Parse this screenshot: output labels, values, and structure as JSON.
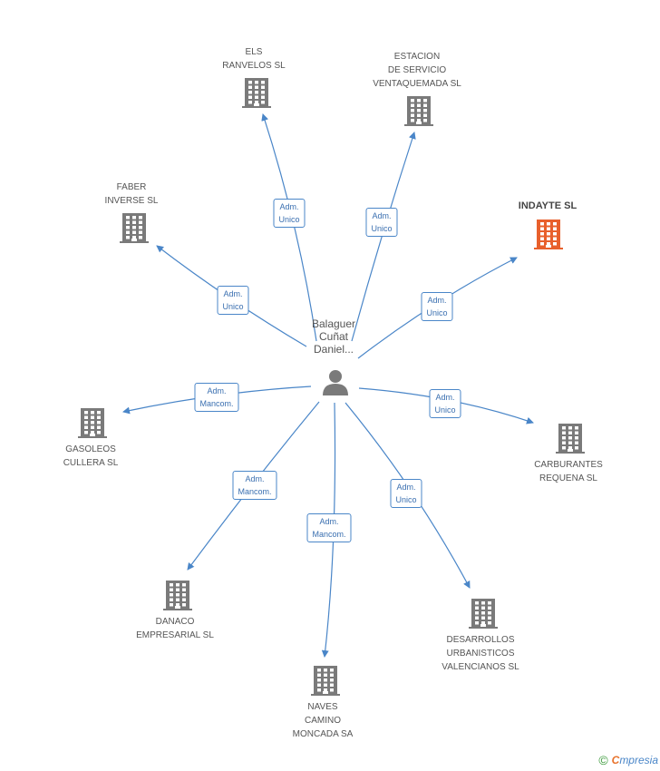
{
  "colors": {
    "edge": "#4a86c8",
    "company": "#7a7a7a",
    "highlight": "#e8602c",
    "person": "#7a7a7a"
  },
  "person": {
    "name_lines": [
      "Balaguer",
      "Cuñat",
      "Daniel..."
    ],
    "icon": "person-icon"
  },
  "companies": [
    {
      "id": "els-ranvelos",
      "lines": [
        "ELS",
        "RANVELOS SL"
      ],
      "role": [
        "Adm.",
        "Unico"
      ],
      "highlight": false
    },
    {
      "id": "estacion",
      "lines": [
        "ESTACION",
        "DE SERVICIO",
        "VENTAQUEMADA SL"
      ],
      "role": [
        "Adm.",
        "Unico"
      ],
      "highlight": false
    },
    {
      "id": "faber",
      "lines": [
        "FABER",
        "INVERSE SL"
      ],
      "role": [
        "Adm.",
        "Unico"
      ],
      "highlight": false
    },
    {
      "id": "indayte",
      "lines": [
        "INDAYTE SL"
      ],
      "role": [
        "Adm.",
        "Unico"
      ],
      "highlight": true
    },
    {
      "id": "gasoleos",
      "lines": [
        "GASOLEOS",
        "CULLERA  SL"
      ],
      "role": [
        "Adm.",
        "Mancom."
      ],
      "highlight": false
    },
    {
      "id": "carburantes",
      "lines": [
        "CARBURANTES",
        "REQUENA SL"
      ],
      "role": [
        "Adm.",
        "Unico"
      ],
      "highlight": false
    },
    {
      "id": "danaco",
      "lines": [
        "DANACO",
        "EMPRESARIAL SL"
      ],
      "role": [
        "Adm.",
        "Mancom."
      ],
      "highlight": false
    },
    {
      "id": "desarrollos",
      "lines": [
        "DESARROLLOS",
        "URBANISTICOS",
        "VALENCIANOS SL"
      ],
      "role": [
        "Adm.",
        "Unico"
      ],
      "highlight": false
    },
    {
      "id": "naves",
      "lines": [
        "NAVES",
        "CAMINO",
        "MONCADA SA"
      ],
      "role": [
        "Adm.",
        "Mancom."
      ],
      "highlight": false
    }
  ],
  "footer": {
    "copyright_symbol": "©",
    "brand_first": "C",
    "brand_rest": "mpresia"
  }
}
